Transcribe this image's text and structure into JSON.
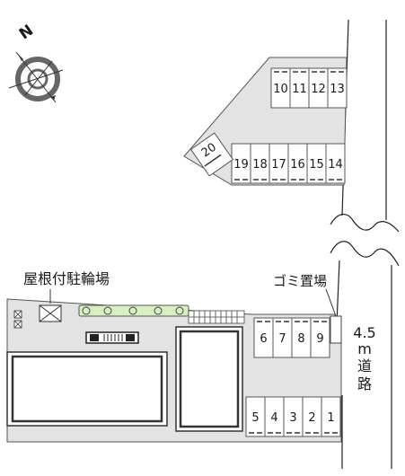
{
  "compass": {
    "north_label": "N"
  },
  "labels": {
    "bicycle_parking": "屋根付駐輪場",
    "garbage_area": "ゴミ置場",
    "road_width": "4.5",
    "road_unit": "m",
    "road_name_1": "道",
    "road_name_2": "路"
  },
  "parking": {
    "top_row": [
      "10",
      "11",
      "12",
      "13"
    ],
    "middle_row": [
      "19",
      "18",
      "17",
      "16",
      "15",
      "14"
    ],
    "angled": [
      "20"
    ],
    "right_row": [
      "6",
      "7",
      "8",
      "9"
    ],
    "bottom_row": [
      "5",
      "4",
      "3",
      "2",
      "1"
    ]
  },
  "colors": {
    "lot_fill": "#e3e3e3",
    "building_edge": "#333333",
    "hedge": "#d7f0c2"
  }
}
